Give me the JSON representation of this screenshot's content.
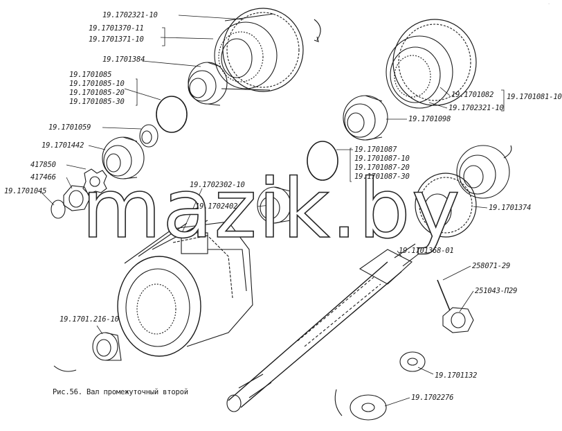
{
  "watermark": "mazik.by",
  "caption": "Рис.56. Вал промежуточный второй",
  "labels": {
    "l1": "19.1702321-10",
    "l2": "19.1701370-11",
    "l3": "19.1701371-10",
    "l4": "19.1701384",
    "l5": "19.1701085",
    "l6": "19.1701085-10",
    "l7": "19.1701085-20",
    "l8": "19.1701085-30",
    "l9": "19.1701059",
    "l10": "19.1701442",
    "l11": "417850",
    "l12": "417466",
    "l13": "19.1701045",
    "l14": "19.1702302-10",
    "l15": "19.1702402",
    "l16": "19.1701082",
    "l17": "19.1701081-10",
    "l18": "19.1702321-10",
    "l19": "19.1701098",
    "l20": "19.1701087",
    "l21": "19.1701087-10",
    "l22": "19.1701087-20",
    "l23": "19.1701087-30",
    "l24": "19.1701374",
    "l25": "19.1701368-01",
    "l26": "258071-29",
    "l27": "251043-П29",
    "l28": "19.1701.216-10",
    "l29": "19.1701132",
    "l30": "19.1702276"
  }
}
